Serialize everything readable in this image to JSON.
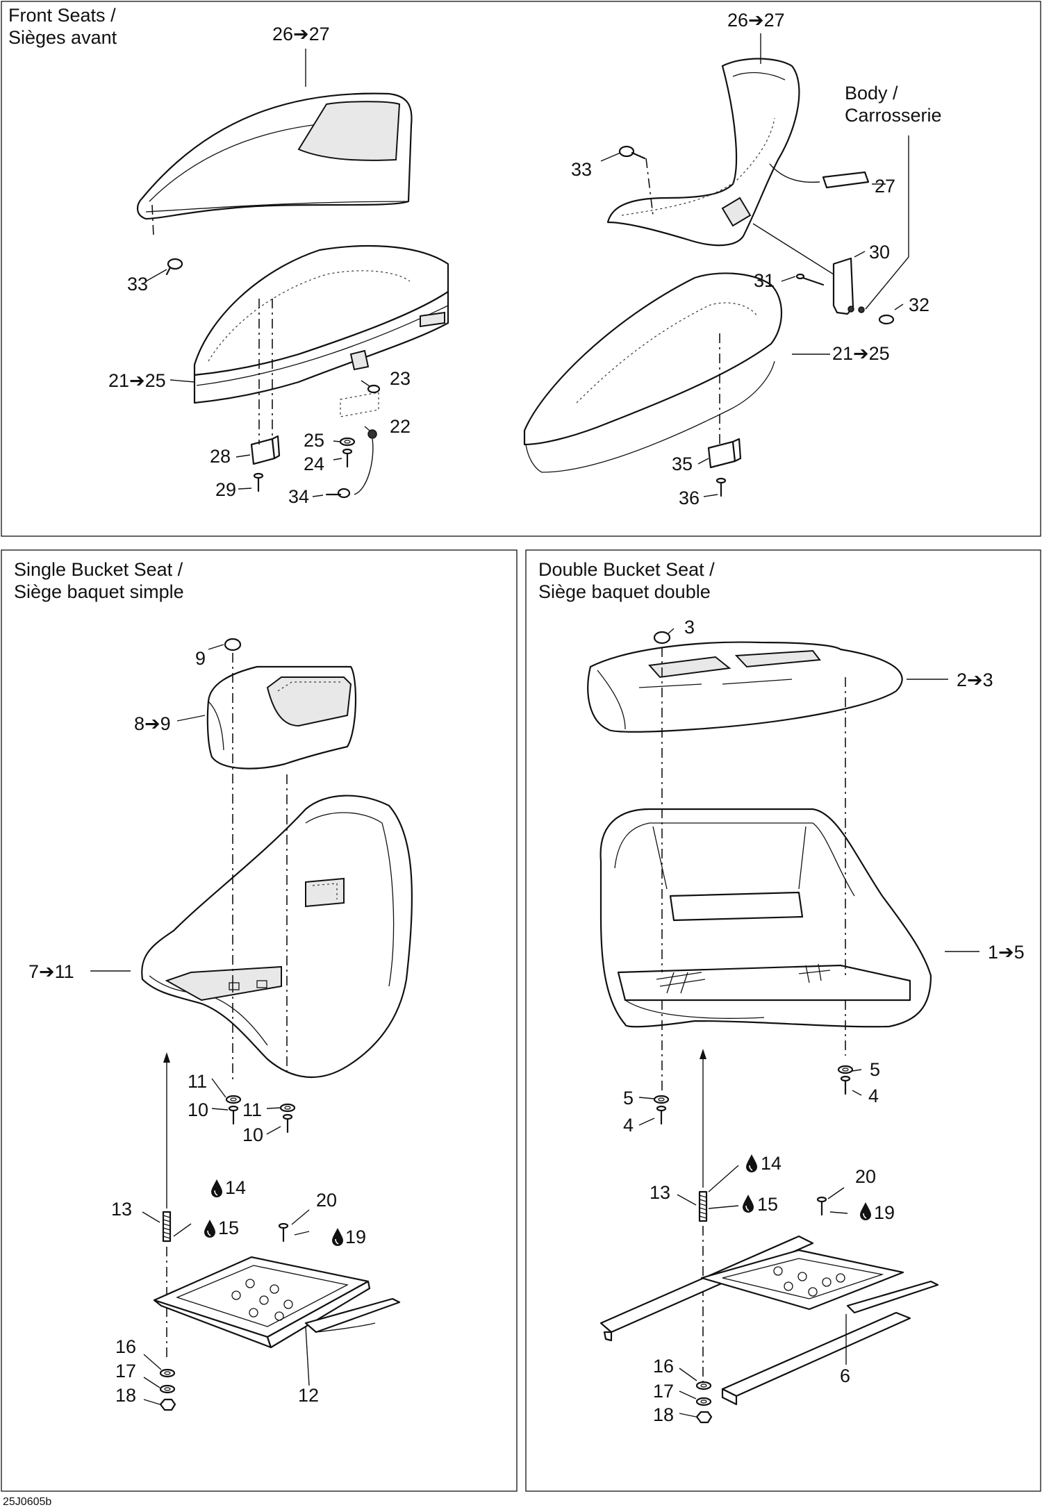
{
  "panels": {
    "front_seats": {
      "title_line1": "Front Seats /",
      "title_line2": "Sièges avant"
    },
    "single_bucket": {
      "title_line1": "Single Bucket Seat /",
      "title_line2": "Siège baquet simple"
    },
    "double_bucket": {
      "title_line1": "Double Bucket Seat /",
      "title_line2": "Siège baquet double"
    }
  },
  "body_label": {
    "line1": "Body /",
    "line2": "Carrosserie"
  },
  "callouts": {
    "fs_26_27_left": "26➔27",
    "fs_33_left": "33",
    "fs_21_25_left": "21➔25",
    "fs_23": "23",
    "fs_22": "22",
    "fs_25": "25",
    "fs_24": "24",
    "fs_28": "28",
    "fs_29": "29",
    "fs_34": "34",
    "fs_26_27_right": "26➔27",
    "fs_33_right": "33",
    "fs_27": "27",
    "fs_30": "30",
    "fs_31": "31",
    "fs_32": "32",
    "fs_21_25_right": "21➔25",
    "fs_35": "35",
    "fs_36": "36",
    "sb_9": "9",
    "sb_8_9": "8➔9",
    "sb_7_11": "7➔11",
    "sb_11a": "11",
    "sb_10a": "10",
    "sb_11b": "11",
    "sb_10b": "10",
    "sb_14": "14",
    "sb_13": "13",
    "sb_15": "15",
    "sb_20": "20",
    "sb_19": "19",
    "sb_16": "16",
    "sb_17": "17",
    "sb_18": "18",
    "sb_12": "12",
    "db_3": "3",
    "db_2_3": "2➔3",
    "db_1_5": "1➔5",
    "db_5a": "5",
    "db_4a": "4",
    "db_5b": "5",
    "db_4b": "4",
    "db_14": "14",
    "db_13": "13",
    "db_15": "15",
    "db_20": "20",
    "db_19": "19",
    "db_16": "16",
    "db_17": "17",
    "db_18": "18",
    "db_6": "6"
  },
  "drawing_code": "25J0605b",
  "icons": {
    "lubricant_drop": "drop-icon"
  }
}
